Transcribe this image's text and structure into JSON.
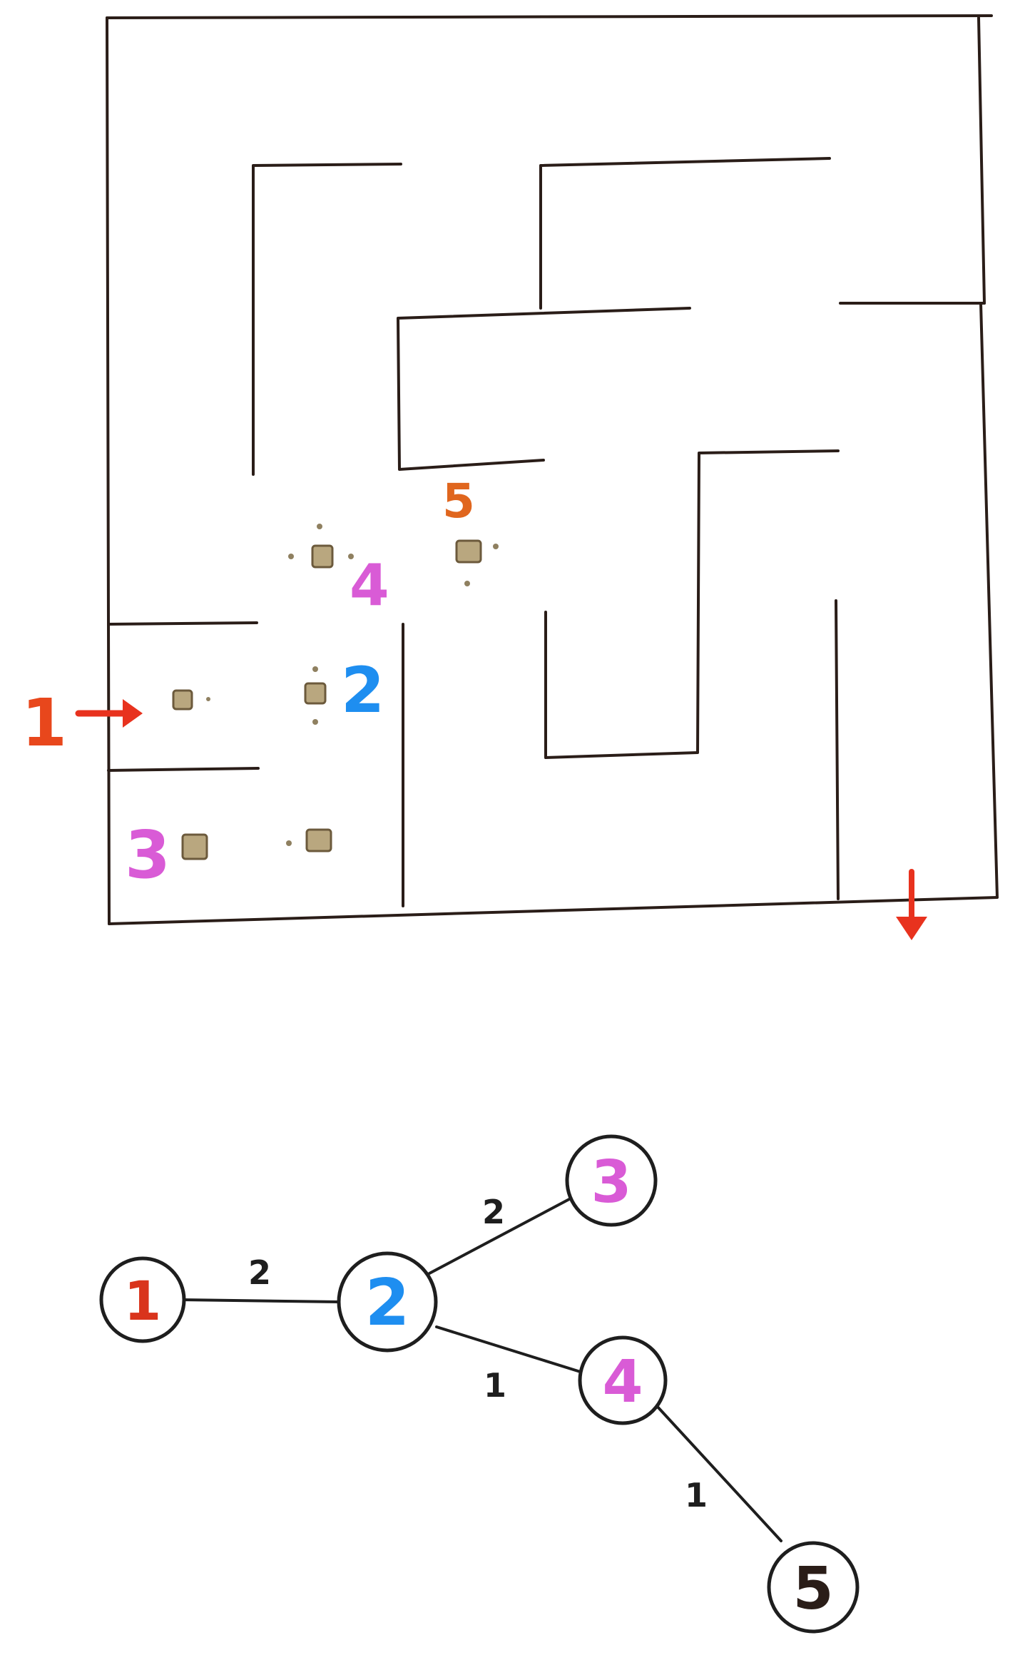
{
  "colors": {
    "ink": "#1e1e1e",
    "wall": "#2a1d18",
    "arrow": "#e8321e",
    "node_1": "#d9341c",
    "node_2": "#1e8ef0",
    "node_3": "#d95bd6",
    "node_4": "#d95bd6",
    "node_5": "#e0661e",
    "marker": "#b9a77f"
  },
  "maze": {
    "entry_label": "1",
    "exit_icon": "arrow-down-icon",
    "entry_icon": "arrow-right-icon",
    "labels": [
      {
        "id": "1",
        "text": "1",
        "color": "#e8471c"
      },
      {
        "id": "2",
        "text": "2",
        "color": "#1e8ef0"
      },
      {
        "id": "3",
        "text": "3",
        "color": "#d95bd6"
      },
      {
        "id": "4",
        "text": "4",
        "color": "#d95bd6"
      },
      {
        "id": "5",
        "text": "5",
        "color": "#e0661e"
      }
    ]
  },
  "graph": {
    "nodes": [
      {
        "id": "1",
        "label": "1",
        "color": "#d9341c"
      },
      {
        "id": "2",
        "label": "2",
        "color": "#1e8ef0"
      },
      {
        "id": "3",
        "label": "3",
        "color": "#d95bd6"
      },
      {
        "id": "4",
        "label": "4",
        "color": "#d95bd6"
      },
      {
        "id": "5",
        "label": "5",
        "color": "#2a1d18"
      }
    ],
    "edges": [
      {
        "from": "1",
        "to": "2",
        "weight": "2"
      },
      {
        "from": "2",
        "to": "3",
        "weight": "2"
      },
      {
        "from": "2",
        "to": "4",
        "weight": "1"
      },
      {
        "from": "4",
        "to": "5",
        "weight": "1"
      }
    ]
  }
}
